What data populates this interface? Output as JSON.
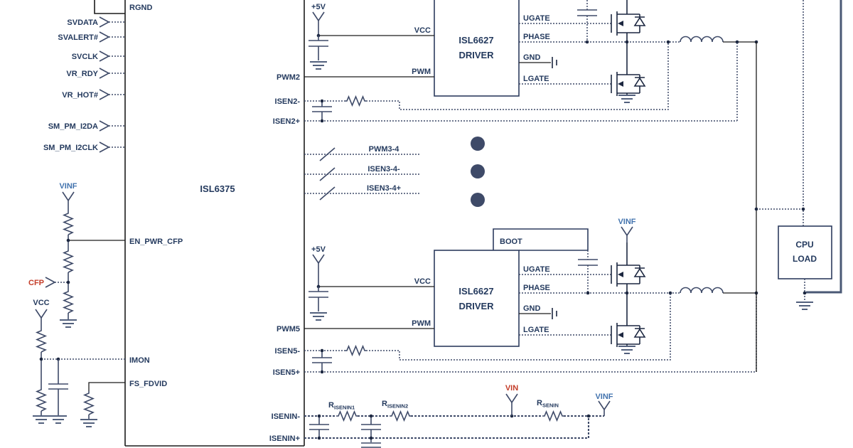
{
  "ic": {
    "name": "ISL6375",
    "left_inputs": [
      "SVDATA",
      "SVALERT#",
      "SVCLK",
      "VR_RDY",
      "VR_HOT#",
      "SM_PM_I2DA",
      "SM_PM_I2CLK"
    ],
    "left_pins": {
      "rgnd": "RGND",
      "en_pwr_cfp": "EN_PWR_CFP",
      "imon": "IMON",
      "fs_fdvid": "FS_FDVID"
    },
    "right_pins": {
      "pwm2": "PWM2",
      "isen2m": "ISEN2-",
      "isen2p": "ISEN2+",
      "pwm5": "PWM5",
      "isen5m": "ISEN5-",
      "isen5p": "ISEN5+",
      "iseninm": "ISENIN-",
      "iseninp": "ISENIN+"
    }
  },
  "bus": {
    "pwm34": "PWM3-4",
    "isen34m": "ISEN3-4-",
    "isen34p": "ISEN3-4+"
  },
  "driver": {
    "name": "ISL6627",
    "role": "DRIVER",
    "pins": {
      "vcc": "VCC",
      "pwm": "PWM",
      "boot": "BOOT",
      "ugate": "UGATE",
      "phase": "PHASE",
      "gnd": "GND",
      "lgate": "LGATE"
    }
  },
  "supplies": {
    "p5v": "+5V",
    "vinf": "VINF",
    "vcc": "VCC",
    "vin": "VIN",
    "cfp": "CFP"
  },
  "resistors": {
    "risenin1": {
      "prefix": "R",
      "sub": "ISENIN1"
    },
    "risenin2": {
      "prefix": "R",
      "sub": "ISENIN2"
    },
    "rsenin": {
      "prefix": "R",
      "sub": "SENIN"
    }
  },
  "load": {
    "line1": "CPU",
    "line2": "LOAD"
  },
  "colors": {
    "text": "#243a5e",
    "red": "#c43c28",
    "blue": "#4273ae",
    "wire": "#1c1c1c",
    "navy": "#3e4a68"
  }
}
